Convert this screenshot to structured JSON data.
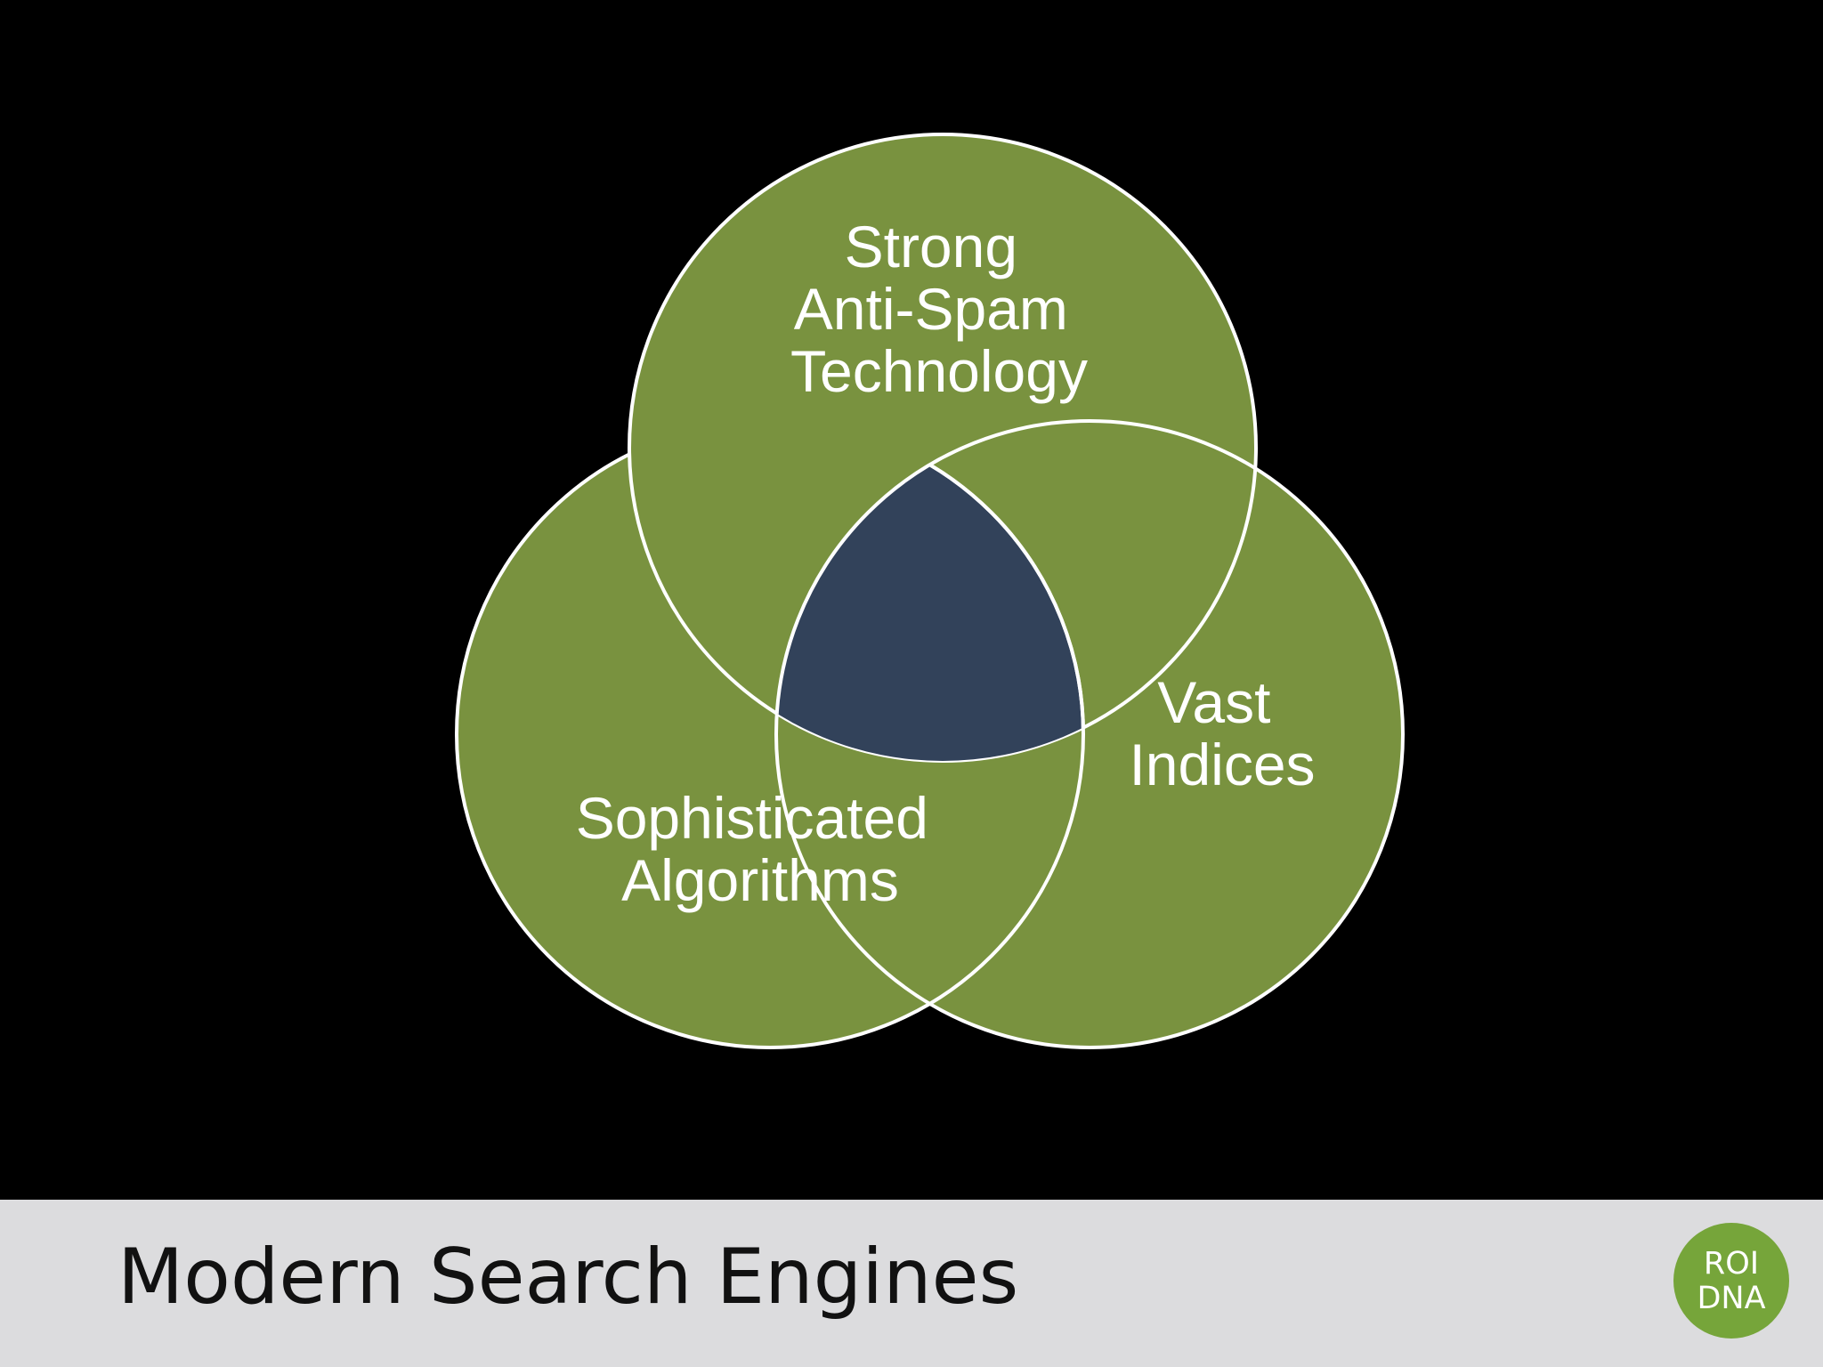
{
  "diagram": {
    "type": "venn-3",
    "colors": {
      "background": "#000000",
      "circle_fill": "#79923f",
      "circle_stroke": "#ffffff",
      "center_fill": "#32425a"
    },
    "circles": [
      {
        "id": "top",
        "lines": [
          "Strong",
          "Anti-Spam",
          "Technology"
        ]
      },
      {
        "id": "right",
        "lines": [
          "Vast",
          "Indices"
        ]
      },
      {
        "id": "left",
        "lines": [
          "Sophisticated",
          "Algorithms"
        ]
      }
    ]
  },
  "footer": {
    "title": "Modern Search Engines",
    "background": "#dcdcde"
  },
  "logo": {
    "line1": "ROI",
    "line2": "DNA",
    "color": "#76a53a"
  }
}
